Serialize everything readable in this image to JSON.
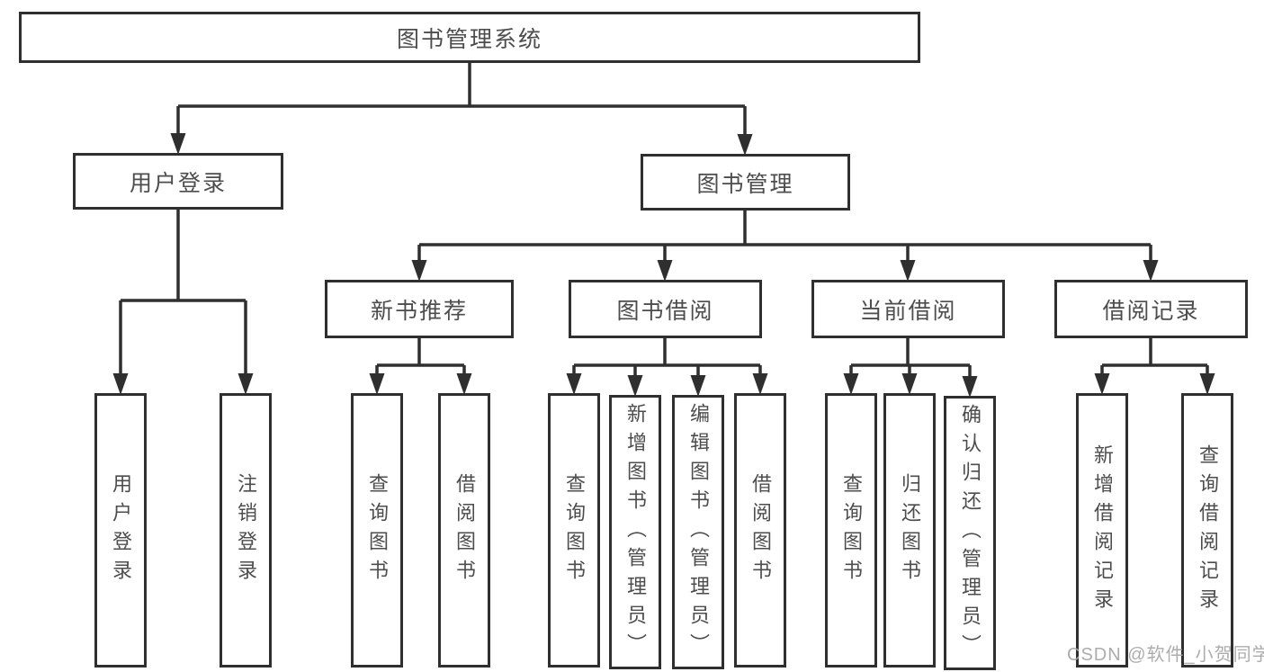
{
  "diagram": {
    "root_label": "图书管理系统",
    "level1": {
      "user_login": "用户登录",
      "book_management": "图书管理"
    },
    "level2": {
      "new_book_recommend": "新书推荐",
      "book_borrowing": "图书借阅",
      "current_borrowing": "当前借阅",
      "borrowing_records": "借阅记录"
    },
    "leaves": {
      "user_login": [
        "用户登录",
        "注销登录"
      ],
      "new_book_recommend": [
        "查询图书",
        "借阅图书"
      ],
      "book_borrowing": [
        "查询图书",
        "新增图书（管理员）",
        "编辑图书（管理员）",
        "借阅图书"
      ],
      "current_borrowing": [
        "查询图书",
        "归还图书",
        "确认归还（管理员）"
      ],
      "borrowing_records": [
        "新增借阅记录",
        "查询借阅记录"
      ]
    },
    "colors": {
      "line": "#2f2f2f",
      "text": "#4d4d4d",
      "background": "#ffffff",
      "watermark": "#a6a6a6"
    },
    "watermark": "CSDN @软件_小贺同学"
  }
}
